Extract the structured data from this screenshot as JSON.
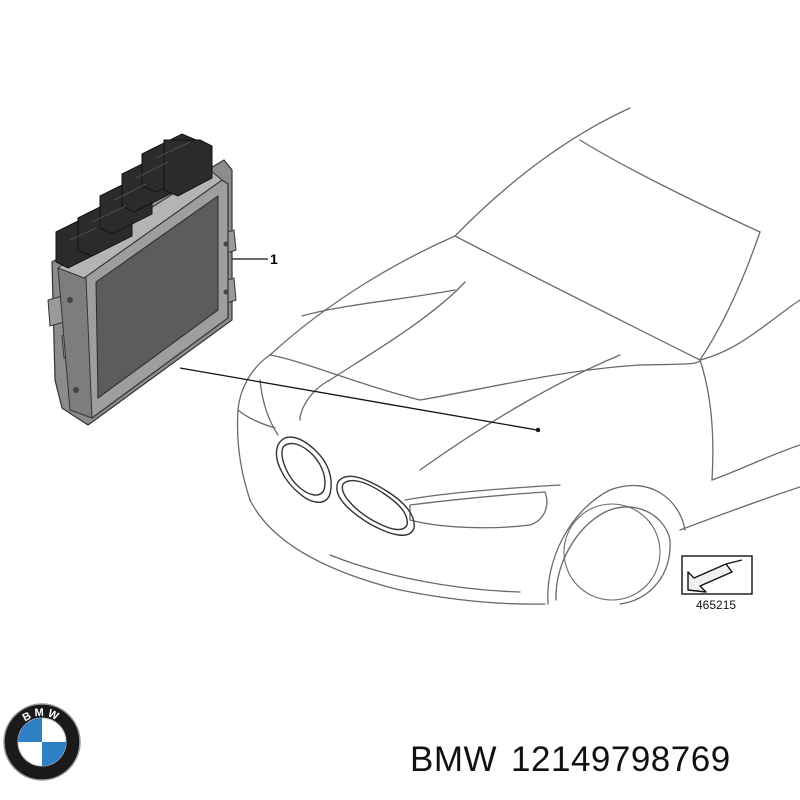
{
  "diagram": {
    "callout_number": "1",
    "reference_code": "465215"
  },
  "footer": {
    "brand": "BMW",
    "part_number": "12149798769"
  },
  "logo": {
    "letters": "BMW",
    "colors": {
      "ring": "#1a1a1a",
      "blue": "#2f7fc4",
      "white": "#ffffff"
    }
  },
  "icons": [
    "bmw-logo-icon",
    "view-direction-arrow-icon"
  ]
}
